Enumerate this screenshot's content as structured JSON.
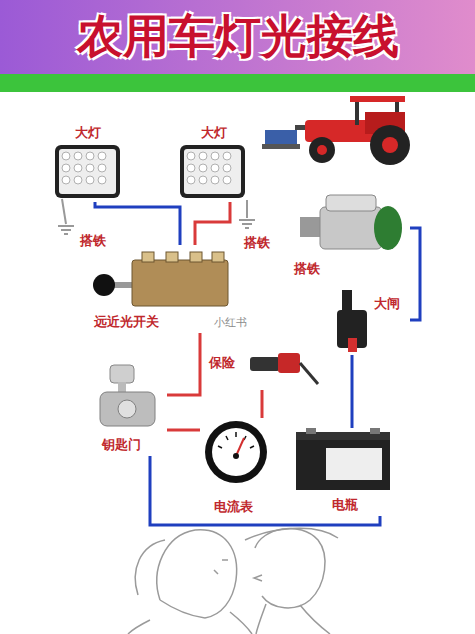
{
  "diagram": {
    "title": "农用车灯光接线",
    "nodes": [
      {
        "text": [
          "大灯"
        ]
      },
      {
        "text": [
          "大灯"
        ]
      },
      {
        "text": [
          "搭铁"
        ]
      },
      {
        "text": [
          "远近光开关"
        ]
      },
      {
        "text": [
          "大闸"
        ]
      },
      {
        "text": [
          "保险"
        ]
      },
      {
        "text": [
          "钥匙门"
        ]
      },
      {
        "text": [
          "电流表"
        ]
      },
      {
        "text": [
          "电瓶"
        ]
      }
    ],
    "edges": [
      {
        "from": 0,
        "to": 3,
        "arrow": "none"
      },
      {
        "from": 1,
        "to": 3,
        "arrow": "none"
      },
      {
        "from": 3,
        "to": 6,
        "arrow": "none"
      },
      {
        "from": 6,
        "to": 7,
        "arrow": "none"
      },
      {
        "from": 7,
        "to": 5,
        "arrow": "none"
      },
      {
        "from": 2,
        "to": 4,
        "arrow": "none"
      },
      {
        "from": 4,
        "to": 8,
        "arrow": "none"
      },
      {
        "from": 8,
        "to": 6,
        "arrow": "none"
      }
    ],
    "labels": [
      "搭铁",
      "搭铁",
      "小红书"
    ]
  }
}
